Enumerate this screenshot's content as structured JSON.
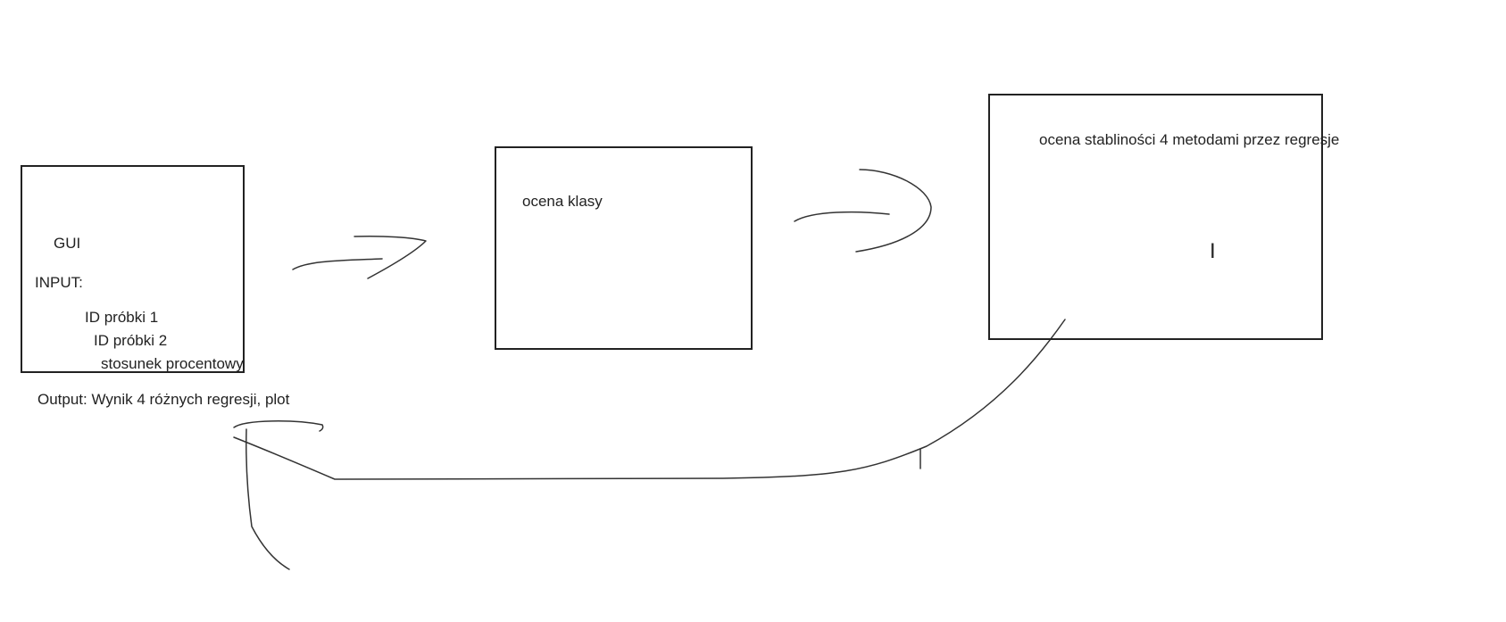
{
  "boxes": {
    "gui": {
      "title": "GUI",
      "input_label": "INPUT:",
      "input_items": [
        "ID próbki 1",
        "ID próbki 2",
        "stosunek procentowy"
      ],
      "output_label": "Output: Wynik 4 różnych regresji, plot"
    },
    "class_eval": {
      "title": "ocena klasy"
    },
    "stability_eval": {
      "title": "ocena stabliności 4 metodami przez regresje",
      "cursor": "I"
    }
  }
}
